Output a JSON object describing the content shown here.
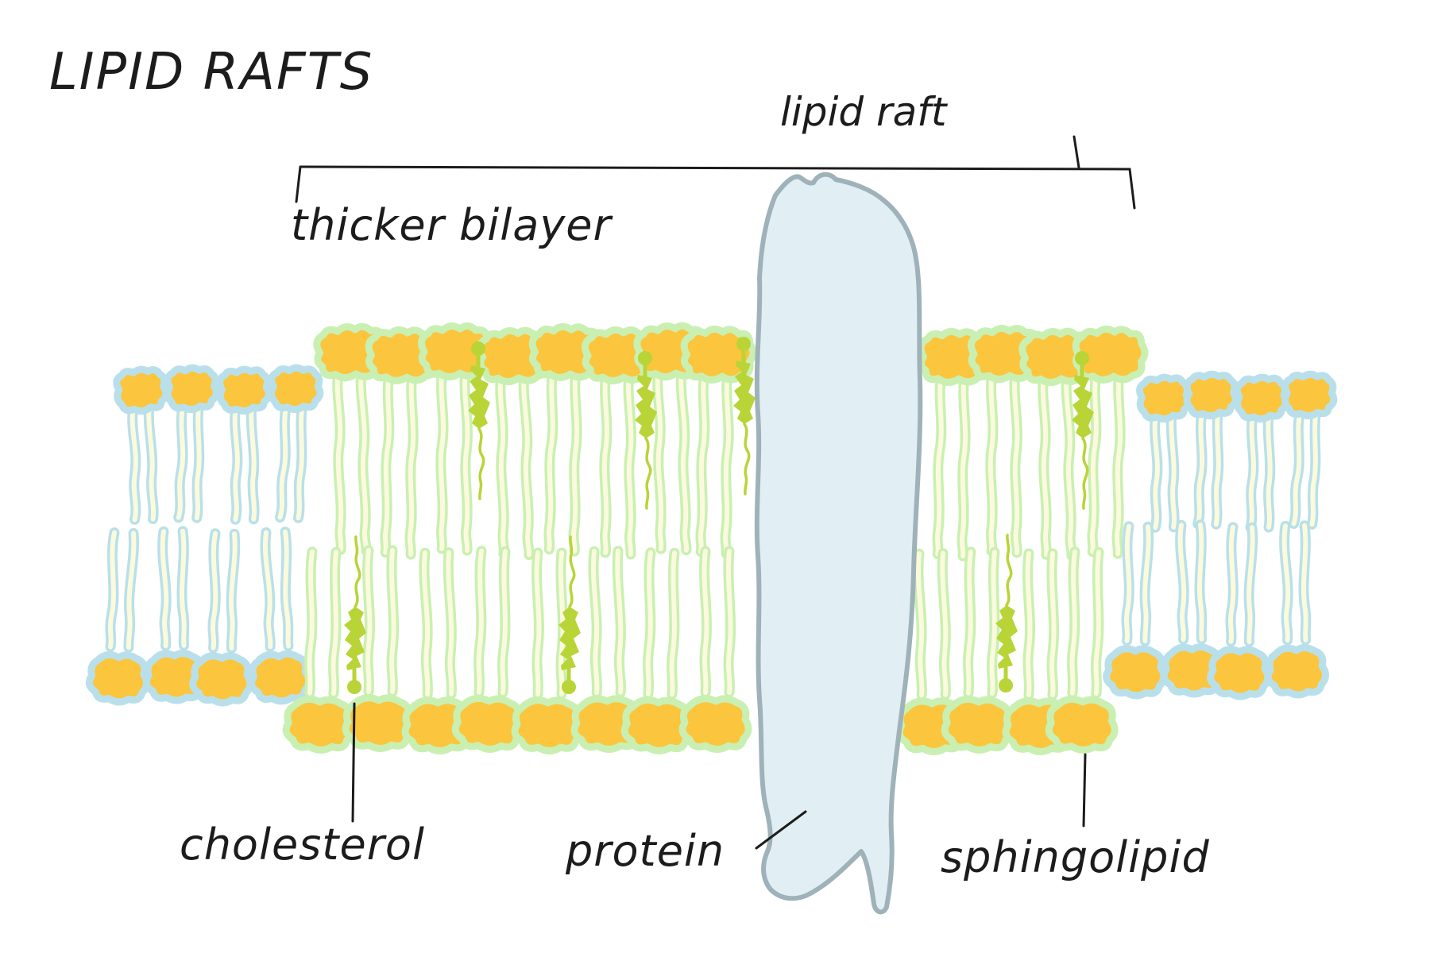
{
  "title": "LIPID RAFTS",
  "labels": {
    "lipid_raft": "lipid raft",
    "thicker_bilayer": "thicker bilayer",
    "cholesterol": "cholesterol",
    "protein": "protein",
    "sphingolipid": "sphingolipid"
  },
  "colors": {
    "head": "#FBC53D",
    "tail": "#FBFADC",
    "blue_outline": "#B9E0EA",
    "green_outline": "#C9F0B2",
    "cholesterol": "#B9D437",
    "protein_fill": "#E1EFF4",
    "protein_outline": "#9FB2BA",
    "ink": "#1C1C1C",
    "background": "#FFFFFF"
  },
  "structure": {
    "top_leaflet": {
      "outer_left_phospholipids": 4,
      "raft_sphingolipids_left_of_protein": 8,
      "raft_sphingolipids_right_of_protein": 4,
      "outer_right_phospholipids": 4,
      "cholesterol_molecules": 4
    },
    "bottom_leaflet": {
      "outer_left_phospholipids": 4,
      "raft_sphingolipids_left_of_protein": 8,
      "raft_sphingolipids_right_of_protein": 4,
      "outer_right_phospholipids": 4,
      "cholesterol_molecules": 3
    },
    "proteins": 1
  }
}
